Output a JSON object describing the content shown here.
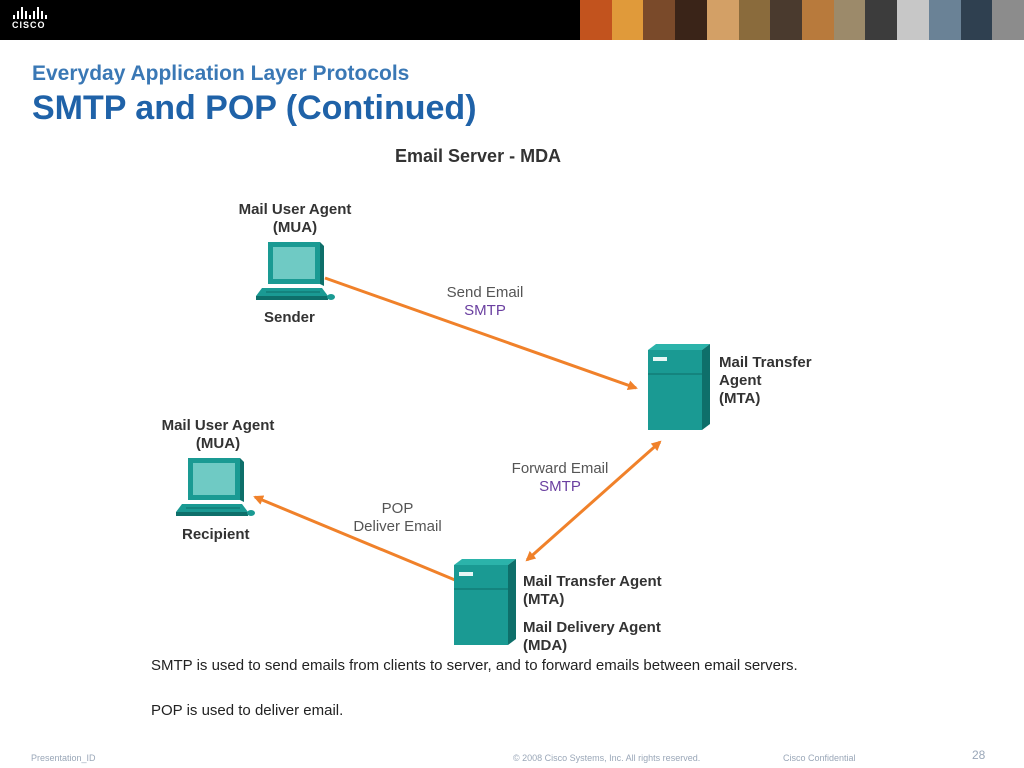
{
  "header": {
    "logo_text": "CISCO",
    "photo_colors": [
      "#c2531e",
      "#e09a3a",
      "#7a4a2a",
      "#3a2418",
      "#d3a066",
      "#8a6b3c",
      "#4a3a2e",
      "#b87a3c",
      "#9c8a6a",
      "#3c3c3c",
      "#c7c7c7",
      "#6a8296",
      "#2f4050",
      "#8c8c8c"
    ]
  },
  "slide": {
    "subtitle": "Everyday Application Layer Protocols",
    "title": "SMTP and POP (Continued)"
  },
  "diagram": {
    "title": "Email Server - MDA",
    "sender": {
      "line1": "Mail User Agent",
      "line2": "(MUA)",
      "role": "Sender"
    },
    "mta": {
      "line1": "Mail Transfer",
      "line2": "Agent",
      "line3": "(MTA)"
    },
    "recipient": {
      "line1": "Mail User Agent",
      "line2": "(MUA)",
      "role": "Recipient"
    },
    "mda": {
      "line1": "Mail Transfer Agent",
      "line2": "(MTA)",
      "line3": "Mail Delivery Agent",
      "line4": "(MDA)"
    },
    "send_arrow": {
      "action": "Send Email",
      "protocol": "SMTP"
    },
    "forward_arrow": {
      "action": "Forward Email",
      "protocol": "SMTP"
    },
    "deliver_arrow": {
      "protocol": "POP",
      "action": "Deliver Email"
    },
    "colors": {
      "arrow": "#f0812a",
      "device": "#1a9a93",
      "protocol_text": "#6a3fa0"
    }
  },
  "notes": {
    "line1": "SMTP is used to send emails from clients to server, and to forward emails between email servers.",
    "line2": "POP is used to deliver email."
  },
  "footer": {
    "presentation_id": "Presentation_ID",
    "copyright": "© 2008 Cisco Systems, Inc. All rights reserved.",
    "confidential": "Cisco Confidential",
    "page": "28"
  }
}
